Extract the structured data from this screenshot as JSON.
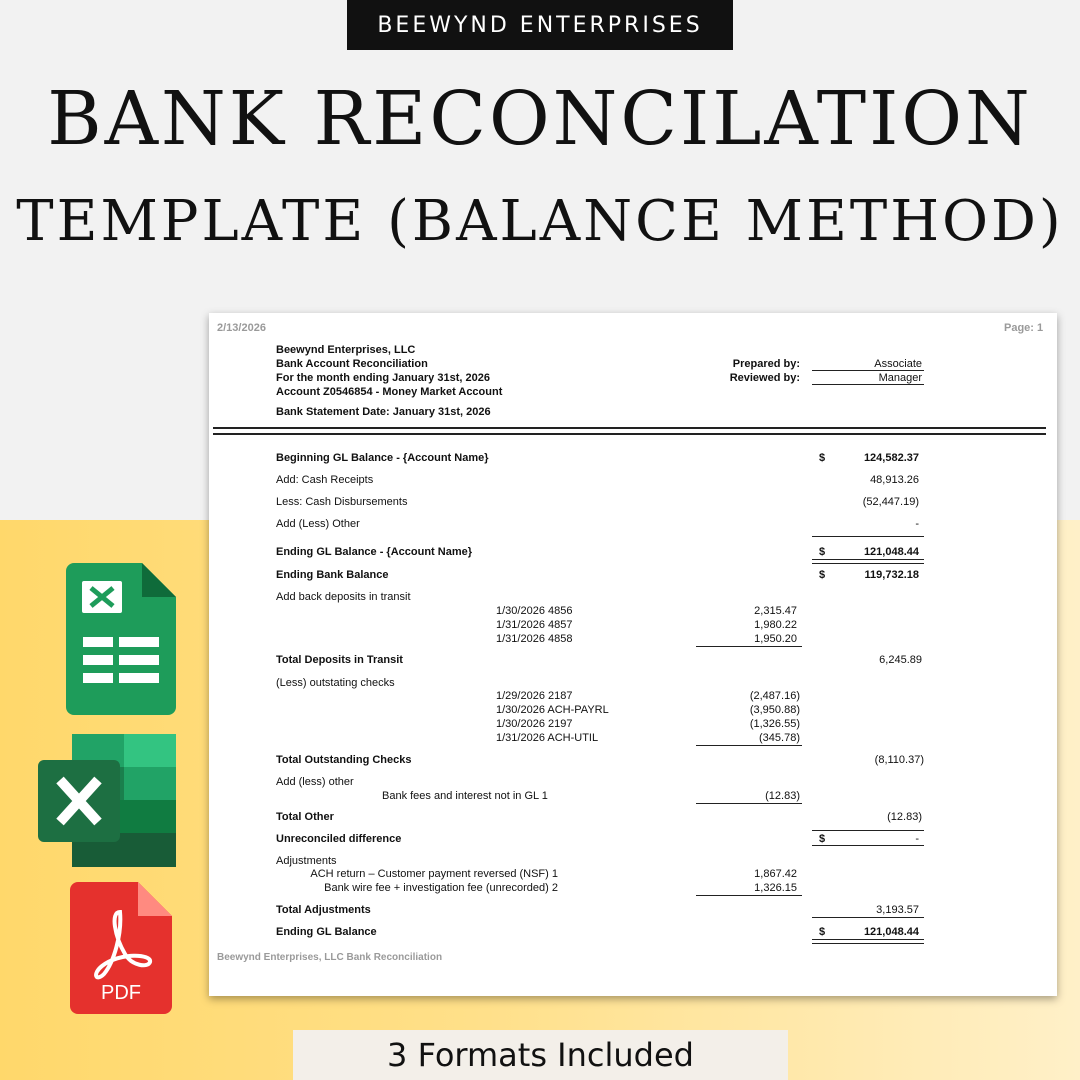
{
  "brand": "BEEWYND ENTERPRISES",
  "title_line1": "BANK RECONCILATION",
  "title_line2": "TEMPLATE (BALANCE METHOD)",
  "formats_label": "3 Formats Included",
  "icons": {
    "sheets": "google-sheets-icon",
    "excel": "excel-icon",
    "pdf": "pdf-icon",
    "pdf_label": "PDF"
  },
  "colors": {
    "sheets_green": "#1e9c5a",
    "excel_green": "#1d6f42",
    "pdf_red": "#e5312d",
    "band_yellow": "#ffd86b"
  },
  "doc": {
    "date": "2/13/2026",
    "page": "Page: 1",
    "company": "Beewynd Enterprises, LLC",
    "report": "Bank Account Reconciliation",
    "period": "For the month ending January 31st, 2026",
    "account": "Account Z0546854 - Money Market Account",
    "statement_date": "Bank Statement Date: January 31st, 2026",
    "prepared_label": "Prepared by:",
    "prepared_value": "Associate",
    "reviewed_label": "Reviewed by:",
    "reviewed_value": "Manager",
    "beginning_label": "Beginning GL Balance - {Account Name}",
    "currency": "$",
    "beginning_value": "124,582.37",
    "receipts_label": "Add: Cash Receipts",
    "receipts_value": "48,913.26",
    "disb_label": "Less: Cash Disbursements",
    "disb_value": "(52,447.19)",
    "other_label": "Add (Less) Other",
    "other_value": "-",
    "ending_gl_label": "Ending GL Balance - {Account Name}",
    "ending_gl_value": "121,048.44",
    "ending_bank_label": "Ending Bank Balance",
    "ending_bank_value": "119,732.18",
    "dit_label": "Add back deposits in transit",
    "deposits": [
      {
        "desc": "1/30/2026  4856",
        "amount": "2,315.47"
      },
      {
        "desc": "1/31/2026  4857",
        "amount": "1,980.22"
      },
      {
        "desc": "1/31/2026  4858",
        "amount": "1,950.20"
      }
    ],
    "total_dit_label": "Total Deposits in Transit",
    "total_dit_value": "6,245.89",
    "oc_label": "(Less) outstating checks",
    "checks": [
      {
        "desc": "1/29/2026  2187",
        "amount": "(2,487.16)"
      },
      {
        "desc": "1/30/2026  ACH-PAYRL",
        "amount": "(3,950.88)"
      },
      {
        "desc": "1/30/2026  2197",
        "amount": "(1,326.55)"
      },
      {
        "desc": "1/31/2026  ACH-UTIL",
        "amount": "(345.78)"
      }
    ],
    "total_oc_label": "Total Outstanding Checks",
    "total_oc_value": "(8,110.37)",
    "addless_label": "Add (less) other",
    "fee_desc": "Bank fees and interest not in GL  1",
    "fee_amount": "(12.83)",
    "total_other_label": "Total Other",
    "total_other_value": "(12.83)",
    "unrec_label": "Unreconciled difference",
    "unrec_value": "-",
    "adj_label": "Adjustments",
    "adjustments": [
      {
        "desc": "ACH return – Customer payment reversed (NSF)  1",
        "amount": "1,867.42"
      },
      {
        "desc": "Bank wire fee + investigation fee (unrecorded)  2",
        "amount": "1,326.15"
      }
    ],
    "total_adj_label": "Total Adjustments",
    "total_adj_value": "3,193.57",
    "final_label": "Ending GL Balance",
    "final_value": "121,048.44",
    "footer": "Beewynd Enterprises, LLC Bank Reconciliation"
  }
}
